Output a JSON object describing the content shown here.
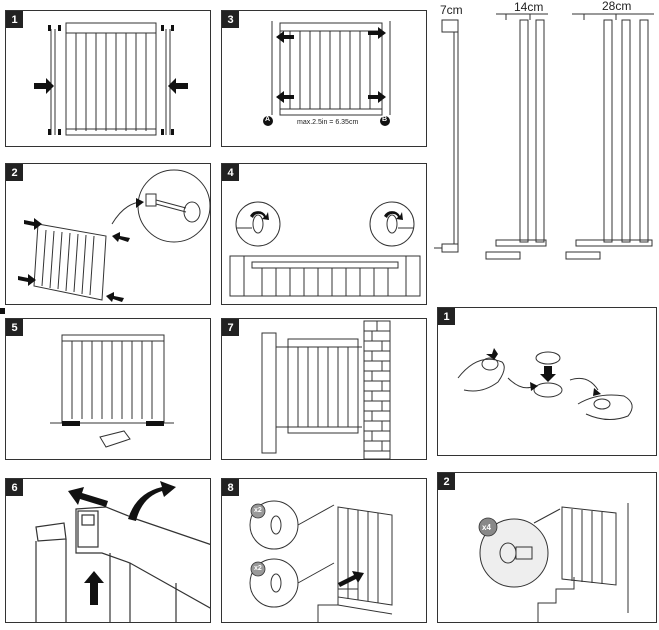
{
  "steps": {
    "p1": "1",
    "p2": "2",
    "p3": "3",
    "p4": "4",
    "p5": "5",
    "p6": "6",
    "p7": "7",
    "p8": "8",
    "r1": "1",
    "r2": "2"
  },
  "extensions": {
    "e7": "7cm",
    "e14": "14cm",
    "e28": "28cm"
  },
  "measure": {
    "text": "max.2.5in = 6.35cm",
    "a": "A",
    "b": "B"
  },
  "multipliers": {
    "x2_top": "x2",
    "x2_bottom": "x2",
    "x4": "x4"
  }
}
